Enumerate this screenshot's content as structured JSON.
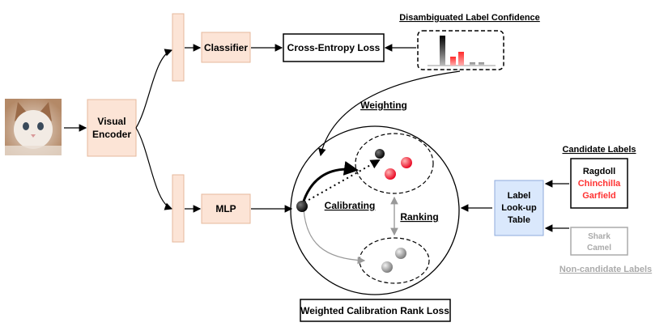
{
  "boxes": {
    "visual_encoder": [
      "Visual",
      "Encoder"
    ],
    "classifier": "Classifier",
    "mlp": "MLP",
    "cross_entropy": "Cross-Entropy Loss",
    "lookup_table": [
      "Label",
      "Look-up",
      "Table"
    ],
    "weighted_loss": "Weighted Calibration Rank Loss"
  },
  "labels": {
    "confidence_title": "Disambiguated Label Confidence",
    "weighting": "Weighting",
    "calibrating": "Calibrating",
    "ranking": "Ranking",
    "candidate_title": "Candidate Labels",
    "noncandidate_title": "Non-candidate Labels"
  },
  "candidate_labels": [
    "Ragdoll",
    "Chinchilla",
    "Garfield"
  ],
  "noncandidate_labels": [
    "Shark",
    "Camel"
  ],
  "colors": {
    "box_fill_orange": "#fce4d6",
    "box_stroke_orange": "#e6b89c",
    "box_fill_blue": "#dae8fc",
    "box_stroke_blue": "#8eaadb",
    "highlight_red": "#ff3333",
    "muted_gray": "#aaaaaa"
  }
}
